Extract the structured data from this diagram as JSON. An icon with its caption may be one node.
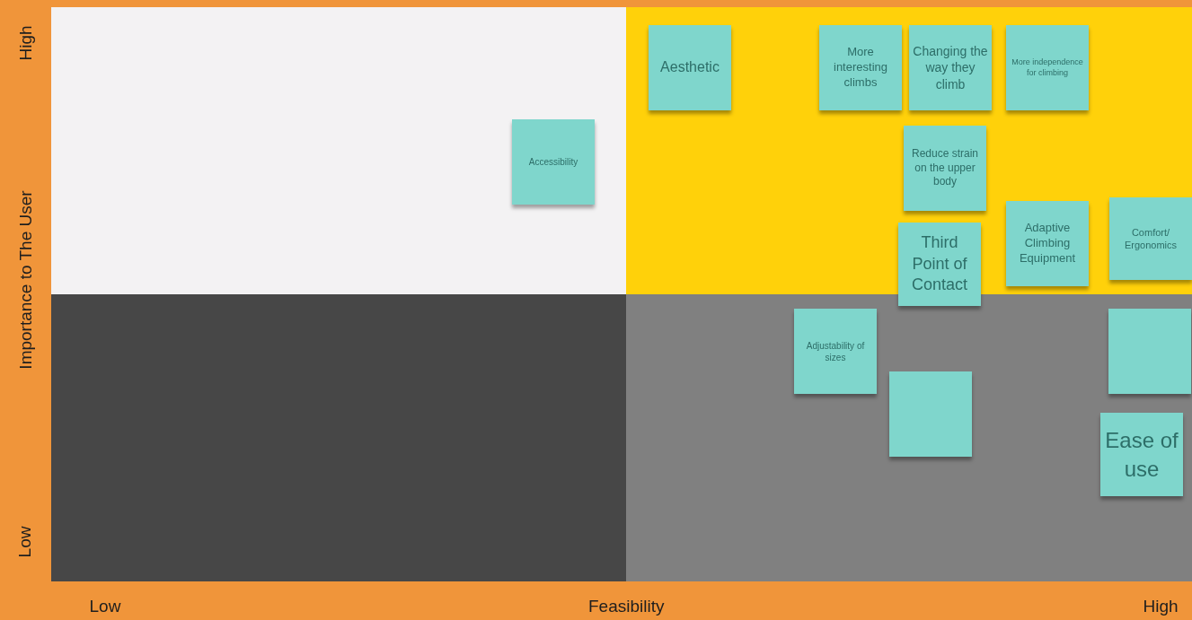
{
  "diagram": {
    "nodes": [
      {
        "text": [
          "Aesthetic"
        ]
      },
      {
        "text": [
          "More interesting climbs"
        ]
      },
      {
        "text": [
          "Changing the way they climb"
        ]
      },
      {
        "text": [
          "More independence for climbing"
        ]
      },
      {
        "text": [
          "Accessibility"
        ]
      },
      {
        "text": [
          "Reduce strain on the upper body"
        ]
      },
      {
        "text": [
          "Adaptive Climbing Equipment"
        ]
      },
      {
        "text": [
          "Comfort/ Ergonomics"
        ]
      },
      {
        "text": [
          "Third Point of Contact"
        ]
      },
      {
        "text": [
          "Adjustability of sizes"
        ]
      },
      {
        "text": [],
        "shape": "box"
      },
      {
        "text": [],
        "shape": "box"
      },
      {
        "text": [
          "Ease of use"
        ]
      }
    ],
    "edges": [],
    "labels": [
      "High",
      "Importance to The User",
      "Low",
      "Low",
      "Feasibility",
      "High"
    ]
  }
}
